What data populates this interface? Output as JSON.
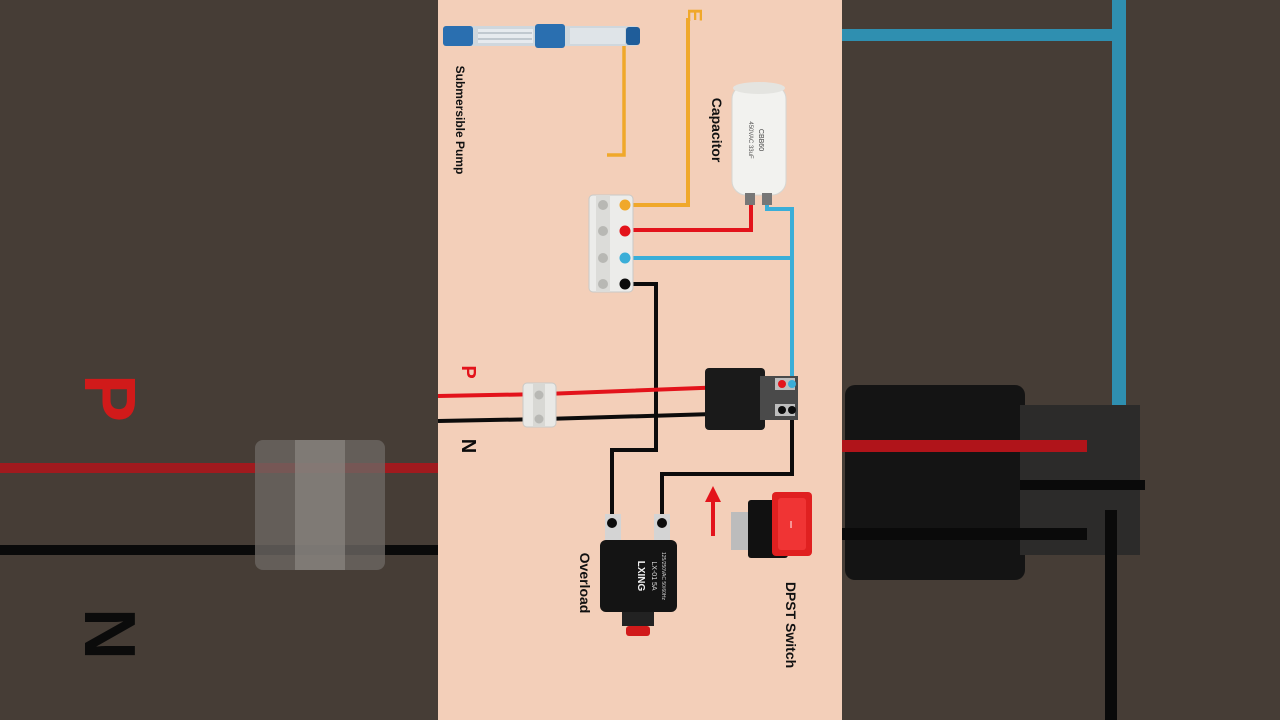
{
  "labels": {
    "pump": "Submersible Pump",
    "capacitor": "Capacitor",
    "earth": "E",
    "phase": "P",
    "neutral": "N",
    "overload": "Overload",
    "switch": "DPST Switch"
  },
  "overload_device": {
    "brand": "LXING",
    "model": "LX-01 5A",
    "rating": "125/250VAC 50/60Hz"
  },
  "capacitor_device": {
    "brand": "CBB60",
    "rating": "450VAC 33uF"
  },
  "colors": {
    "panel_background": "#f3cfb9",
    "side_background": "#463d36",
    "earth_wire": "#f0a82a",
    "phase_wire": "#e3131b",
    "capacitor_wire": "#3aaed8",
    "neutral_wire": "#0c0c0c",
    "arrow": "#e3131b"
  },
  "icons": [
    "submersible-pump-icon",
    "capacitor-icon",
    "terminal-block-icon",
    "connector-icon",
    "dpst-switch-icon",
    "overload-protector-icon",
    "arrow-up-icon"
  ]
}
